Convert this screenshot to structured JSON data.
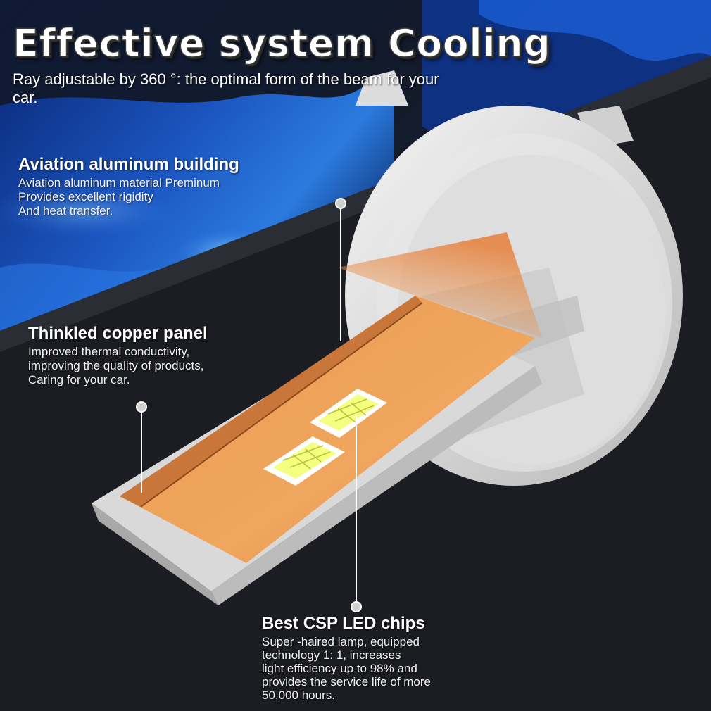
{
  "title": "Effective system Cooling",
  "subtitle": "Ray adjustable by 360 °: the optimal form of the beam for your car.",
  "features": [
    {
      "heading": "Aviation aluminum building",
      "lines": [
        "Aviation aluminum material Preminum",
        "Provides excellent rigidity",
        "And heat transfer."
      ]
    },
    {
      "heading": "Thinkled copper panel",
      "lines": [
        "Improved thermal conductivity,",
        "improving the quality of products,",
        "Caring for your car."
      ]
    },
    {
      "heading": "Best CSP LED chips",
      "lines": [
        "Super -haired lamp, equipped",
        "technology 1: 1, increases",
        "light efficiency up to 98% and",
        "provides the service life of more",
        "50,000 hours."
      ]
    }
  ],
  "colors": {
    "background_dark": "#1c1f26",
    "wave_blue": "#1d5fd8",
    "copper": "#f0a058",
    "aluminum": "#d8d8d8",
    "led_chip": "#f4ff80"
  }
}
